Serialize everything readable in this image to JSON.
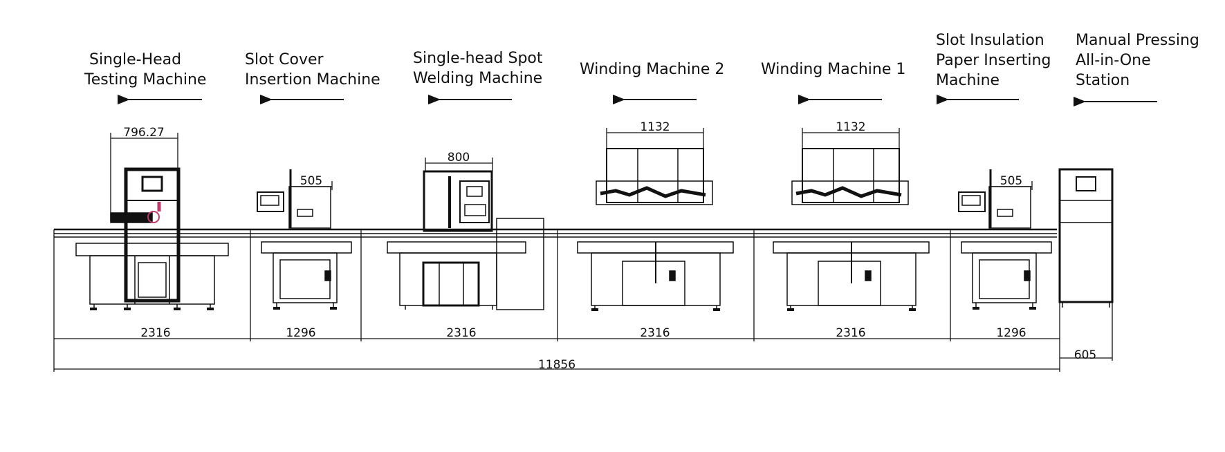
{
  "stations": [
    {
      "lines": [
        "Single-Head",
        "Testing Machine"
      ]
    },
    {
      "lines": [
        "Slot Cover",
        "Insertion Machine"
      ]
    },
    {
      "lines": [
        "Single-head Spot",
        "Welding Machine"
      ]
    },
    {
      "lines": [
        "Winding Machine 2"
      ]
    },
    {
      "lines": [
        "Winding Machine 1"
      ]
    },
    {
      "lines": [
        "Slot Insulation",
        "Paper Inserting",
        "Machine"
      ]
    },
    {
      "lines": [
        "Manual Pressing",
        "All-in-One",
        "Station"
      ]
    }
  ],
  "top_dims": [
    "796.27",
    "505",
    "800",
    "1132",
    "1132",
    "505"
  ],
  "bottom_dims": [
    "2316",
    "1296",
    "2316",
    "2316",
    "2316",
    "1296"
  ],
  "side_dim": "605",
  "total_dim": "11856",
  "colors": {
    "line": "#111111",
    "accent": "#c0396b"
  }
}
